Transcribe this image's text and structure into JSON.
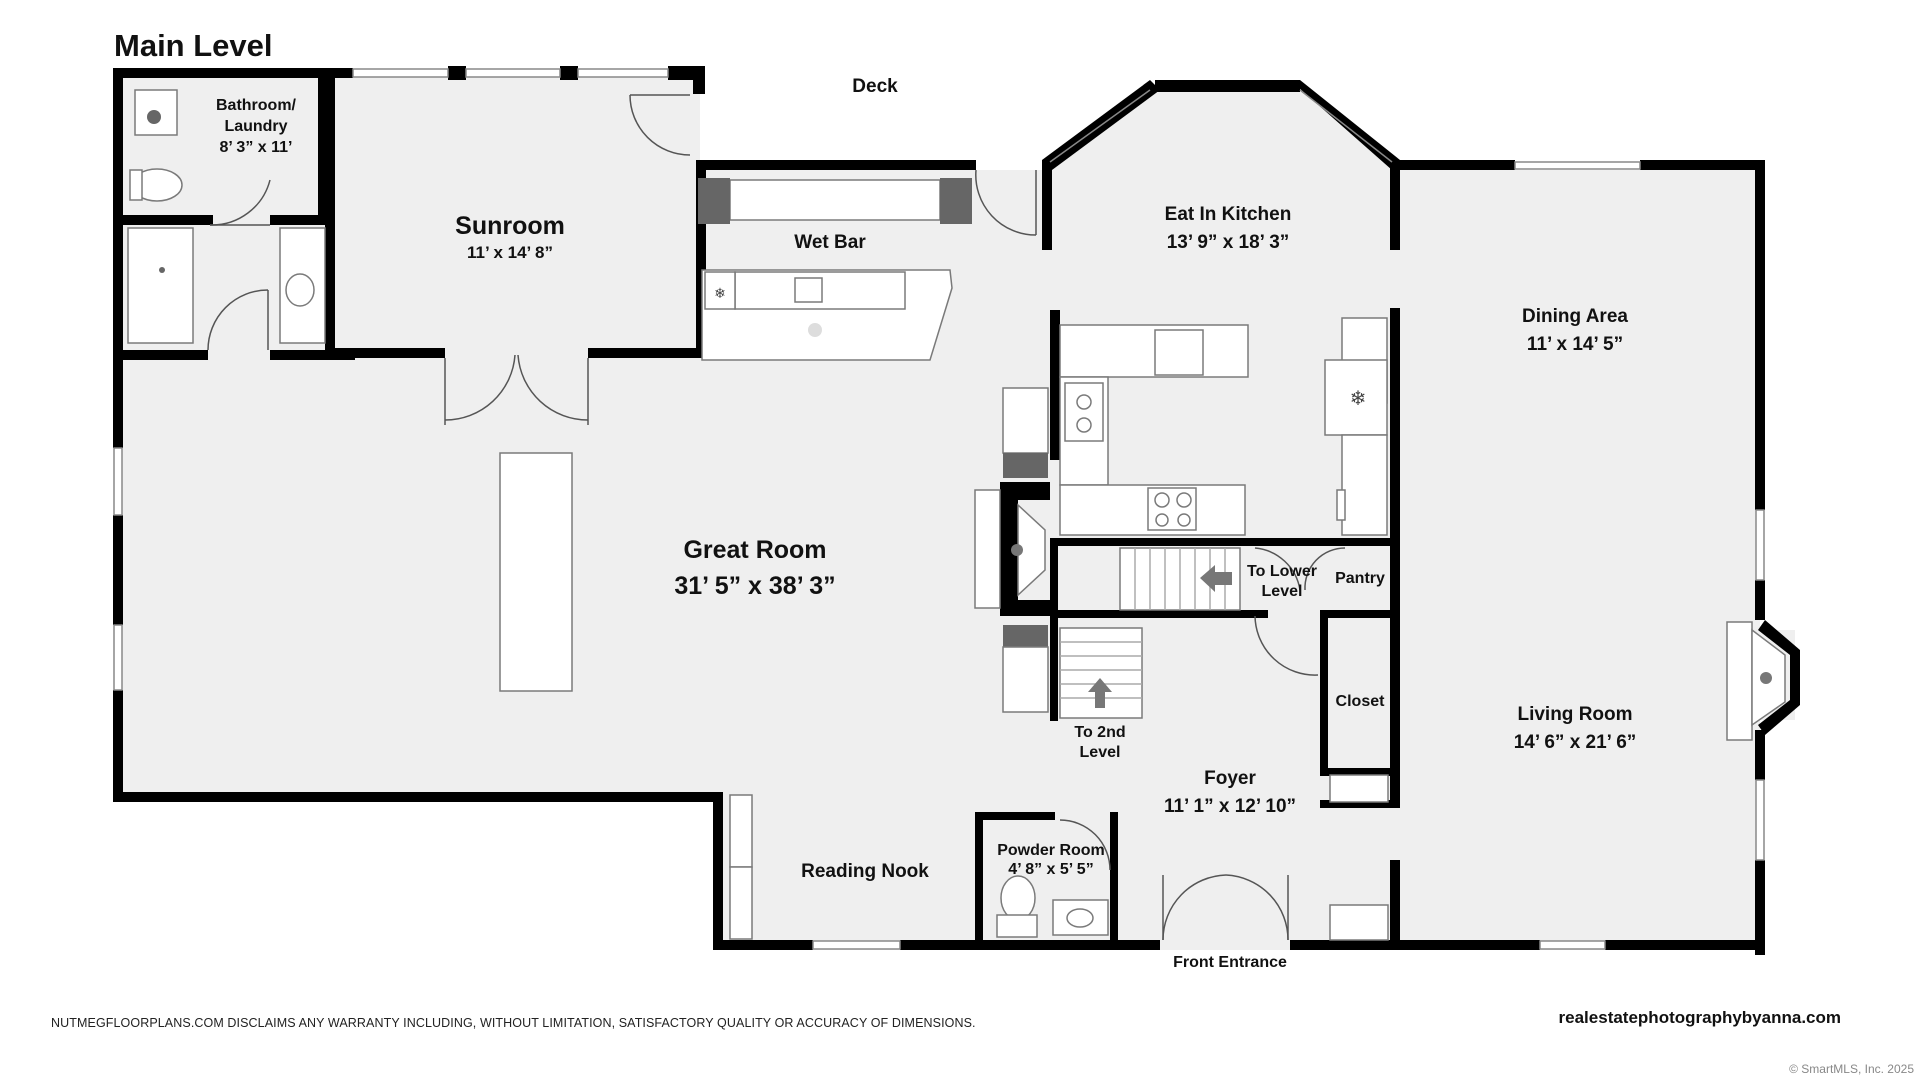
{
  "plan": {
    "title": "Main Level",
    "deck_label": "Deck",
    "entrance_label": "Front Entrance",
    "stairs_down_label": [
      "To Lower",
      "Level"
    ],
    "stairs_up_label": [
      "To 2nd",
      "Level"
    ],
    "rooms": {
      "bathroom": {
        "name_line1": "Bathroom/",
        "name_line2": "Laundry",
        "dims": "8’ 3” x 11’"
      },
      "sunroom": {
        "name": "Sunroom",
        "dims": "11’ x 14’ 8”"
      },
      "wet_bar": {
        "name": "Wet Bar"
      },
      "kitchen": {
        "name": "Eat In Kitchen",
        "dims": "13’ 9” x 18’ 3”"
      },
      "dining": {
        "name": "Dining Area",
        "dims": "11’ x 14’ 5”"
      },
      "great_room": {
        "name": "Great Room",
        "dims": "31’ 5” x 38’ 3”"
      },
      "pantry": {
        "name": "Pantry"
      },
      "closet": {
        "name": "Closet"
      },
      "living": {
        "name": "Living Room",
        "dims": "14’ 6” x 21’ 6”"
      },
      "foyer": {
        "name": "Foyer",
        "dims": "11’ 1” x 12’ 10”"
      },
      "reading_nook": {
        "name": "Reading Nook"
      },
      "powder": {
        "name": "Powder Room",
        "dims": "4’ 8” x 5’ 5”"
      }
    },
    "colors": {
      "wall": "#000000",
      "floor": "#efefef",
      "fixture": "#ffffff",
      "fixture_stroke": "#7a7a7a"
    }
  },
  "footer": {
    "disclaimer": "NUTMEGFLOORPLANS.COM DISCLAIMS ANY WARRANTY INCLUDING, WITHOUT LIMITATION, SATISFACTORY QUALITY OR ACCURACY OF DIMENSIONS.",
    "website": "realestatephotographybyanna.com",
    "copyright": "© SmartMLS, Inc. 2025"
  }
}
